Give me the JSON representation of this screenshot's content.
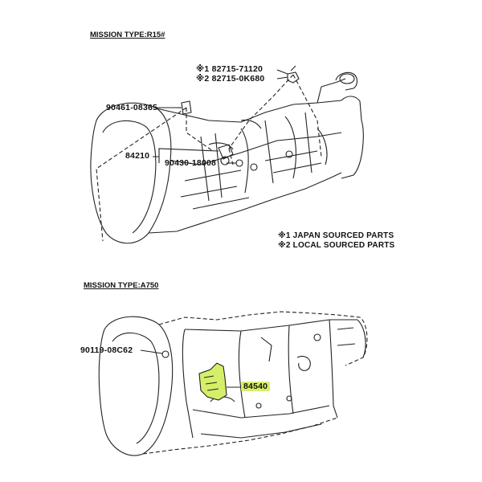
{
  "section_top": {
    "header": "MISSION TYPE:R15#",
    "parts": {
      "p1_code": "※1 82715-71120",
      "p2_code": "※2 82715-0K680",
      "bolt": "90461-08365",
      "assembly": "84210",
      "oring": "90430-18008"
    },
    "notes": {
      "n1": "※1 JAPAN SOURCED PARTS",
      "n2": "※2 LOCAL SOURCED PARTS"
    }
  },
  "section_bottom": {
    "header": "MISSION TYPE:A750",
    "parts": {
      "bolt": "90119-08C62",
      "switch": "84540"
    }
  },
  "colors": {
    "highlight": "#d6ef6a",
    "line": "#222222"
  }
}
